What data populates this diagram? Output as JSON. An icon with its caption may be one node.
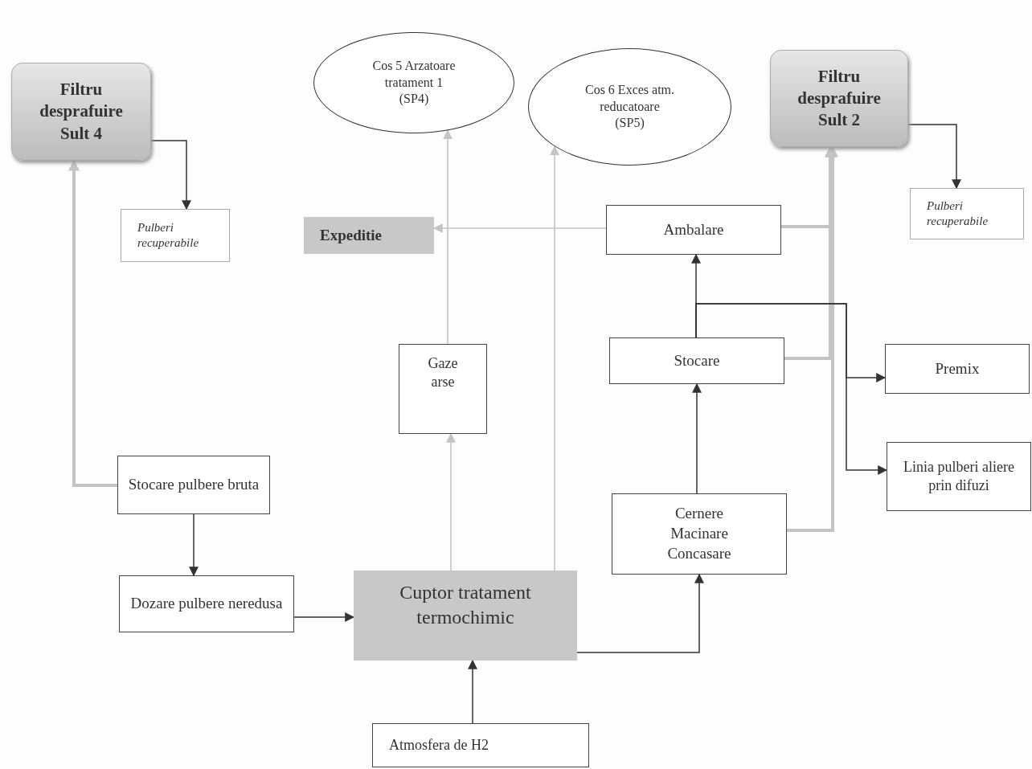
{
  "diagram": {
    "nodes": [
      {
        "text": [
          "Filtru desprafuire Sult 4"
        ]
      },
      {
        "text": [
          "Pulberi recuperabile"
        ]
      },
      {
        "text": [
          "Cos 5 Arzatoare tratament 1 (SP4)"
        ]
      },
      {
        "text": [
          "Cos 6 Exces atm. reducatoare (SP5)"
        ]
      },
      {
        "text": [
          "Filtru desprafuire Sult 2"
        ]
      },
      {
        "text": [
          "Pulberi recuperabile"
        ]
      },
      {
        "text": [
          "Expeditie"
        ]
      },
      {
        "text": [
          "Ambalare"
        ]
      },
      {
        "text": [
          "Gaze arse"
        ]
      },
      {
        "text": [
          "Stocare"
        ]
      },
      {
        "text": [
          "Premix"
        ]
      },
      {
        "text": [
          "Linia pulberi aliere prin difuzi"
        ]
      },
      {
        "text": [
          "Stocare pulbere bruta"
        ]
      },
      {
        "text": [
          "Dozare pulbere neredusa"
        ]
      },
      {
        "text": [
          "Cuptor tratament termochimic"
        ]
      },
      {
        "text": [
          "Cernere Macinare Concasare"
        ]
      },
      {
        "text": [
          "Atmosfera de H2"
        ]
      }
    ],
    "edges": [
      {
        "from": 0,
        "to": 1,
        "arrow": "to"
      },
      {
        "from": 12,
        "to": 0,
        "arrow": "to",
        "style": "thick",
        "color": "#c4c4c4"
      },
      {
        "from": 12,
        "to": 13,
        "arrow": "to"
      },
      {
        "from": 13,
        "to": 14,
        "arrow": "to"
      },
      {
        "from": 16,
        "to": 14,
        "arrow": "to"
      },
      {
        "from": 14,
        "to": 15,
        "arrow": "to"
      },
      {
        "from": 15,
        "to": 9,
        "arrow": "to"
      },
      {
        "from": 9,
        "to": 7,
        "arrow": "to"
      },
      {
        "from": 7,
        "to": 6,
        "arrow": "to",
        "color": "#c4c4c4"
      },
      {
        "from": 8,
        "to": 2,
        "arrow": "to",
        "color": "#c4c4c4"
      },
      {
        "from": 14,
        "to": 8,
        "arrow": "to",
        "color": "#c4c4c4"
      },
      {
        "from": 14,
        "to": 3,
        "arrow": "to",
        "color": "#c4c4c4"
      },
      {
        "from": 7,
        "to": 4,
        "arrow": "to",
        "style": "thick",
        "color": "#c4c4c4"
      },
      {
        "from": 9,
        "to": 4,
        "arrow": "to",
        "style": "thick",
        "color": "#c4c4c4"
      },
      {
        "from": 15,
        "to": 4,
        "arrow": "to",
        "style": "thick",
        "color": "#c4c4c4"
      },
      {
        "from": 4,
        "to": 5,
        "arrow": "to"
      },
      {
        "from": 9,
        "to": 10,
        "arrow": "to"
      },
      {
        "from": 9,
        "to": 11,
        "arrow": "to"
      }
    ]
  }
}
